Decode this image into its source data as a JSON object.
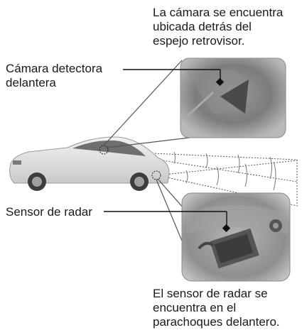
{
  "camera_caption": [
    "La cámara se encuentra",
    "ubicada detrás del",
    "espejo retrovisor."
  ],
  "camera_label": [
    "Cámara detectora",
    "delantera"
  ],
  "radar_label": [
    "Sensor de radar"
  ],
  "radar_caption": [
    "El sensor de radar se",
    "encuentra en el",
    "parachoques delantero."
  ],
  "colors": {
    "text": "#1a1a1a",
    "callout_frame": "#8a8a8a",
    "detection_beam": "#555555",
    "car_body": "#e0e0e0"
  }
}
